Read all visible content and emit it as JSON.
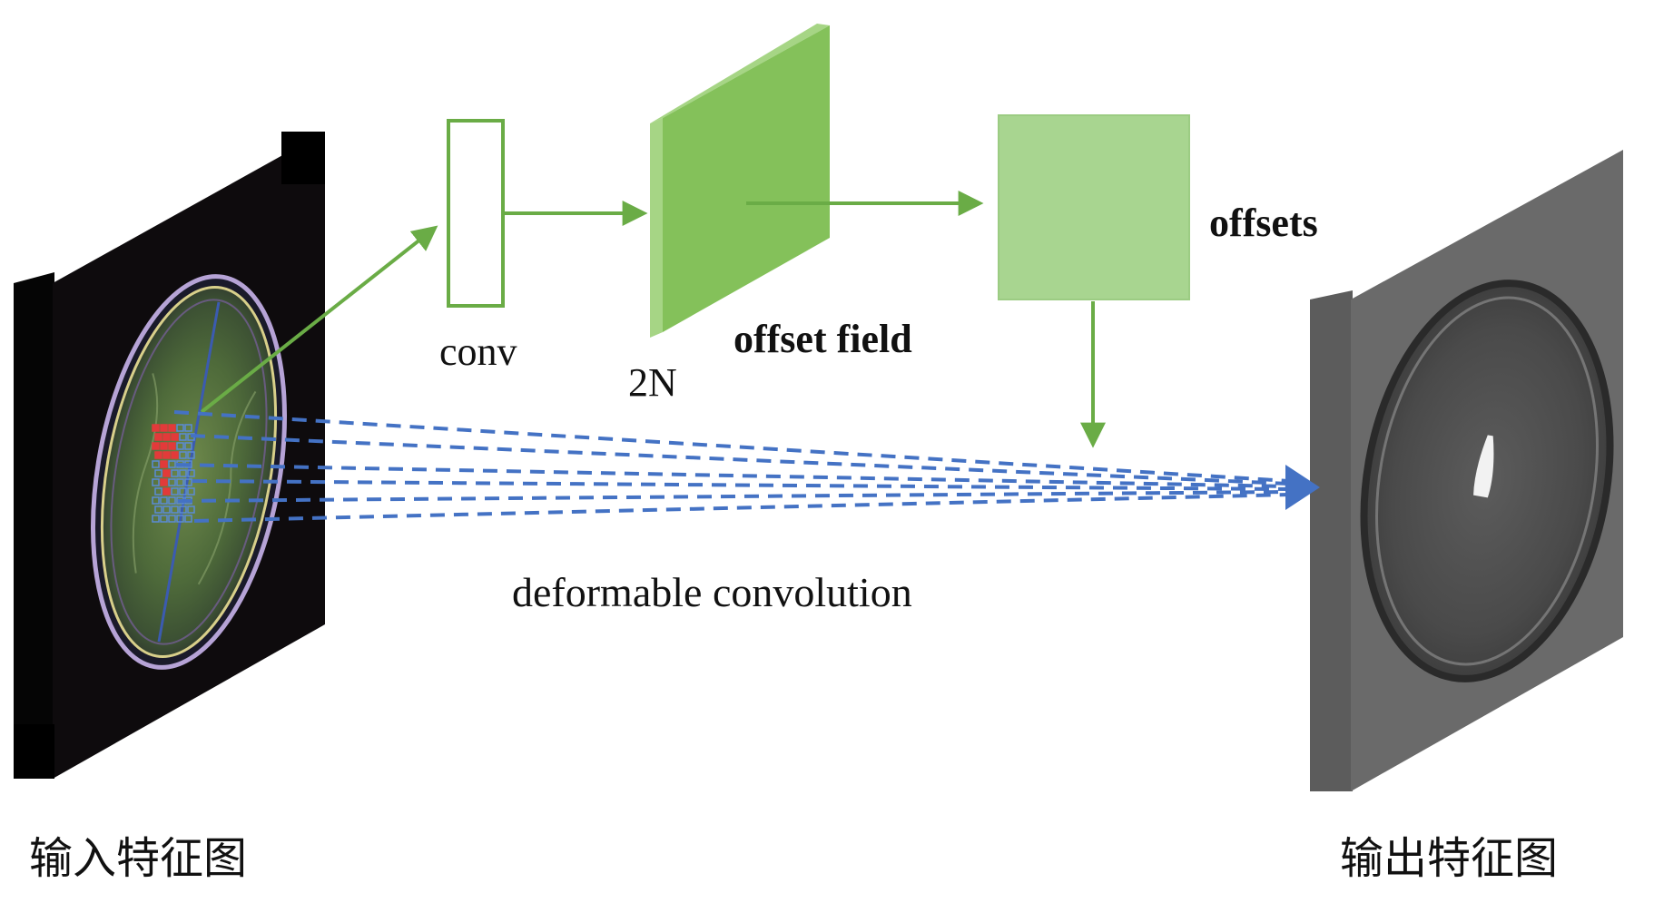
{
  "labels": {
    "conv": "conv",
    "channels": "2N",
    "offset_field": "offset field",
    "offsets": "offsets",
    "deformable_convolution": "deformable convolution",
    "input_feature_map": "输入特征图",
    "output_feature_map": "输出特征图"
  },
  "colors": {
    "green_arrow": "#6aac46",
    "offset_field_front": "#84c15a",
    "offset_field_side": "#a6d585",
    "offsets_box": "#a8d590",
    "dashed_blue": "#4472c4",
    "input_panel": "#0e0b0d",
    "output_panel": "#6a6a6a",
    "sample_red": "#e23a3a",
    "sample_blue": "#5b8bd6"
  }
}
